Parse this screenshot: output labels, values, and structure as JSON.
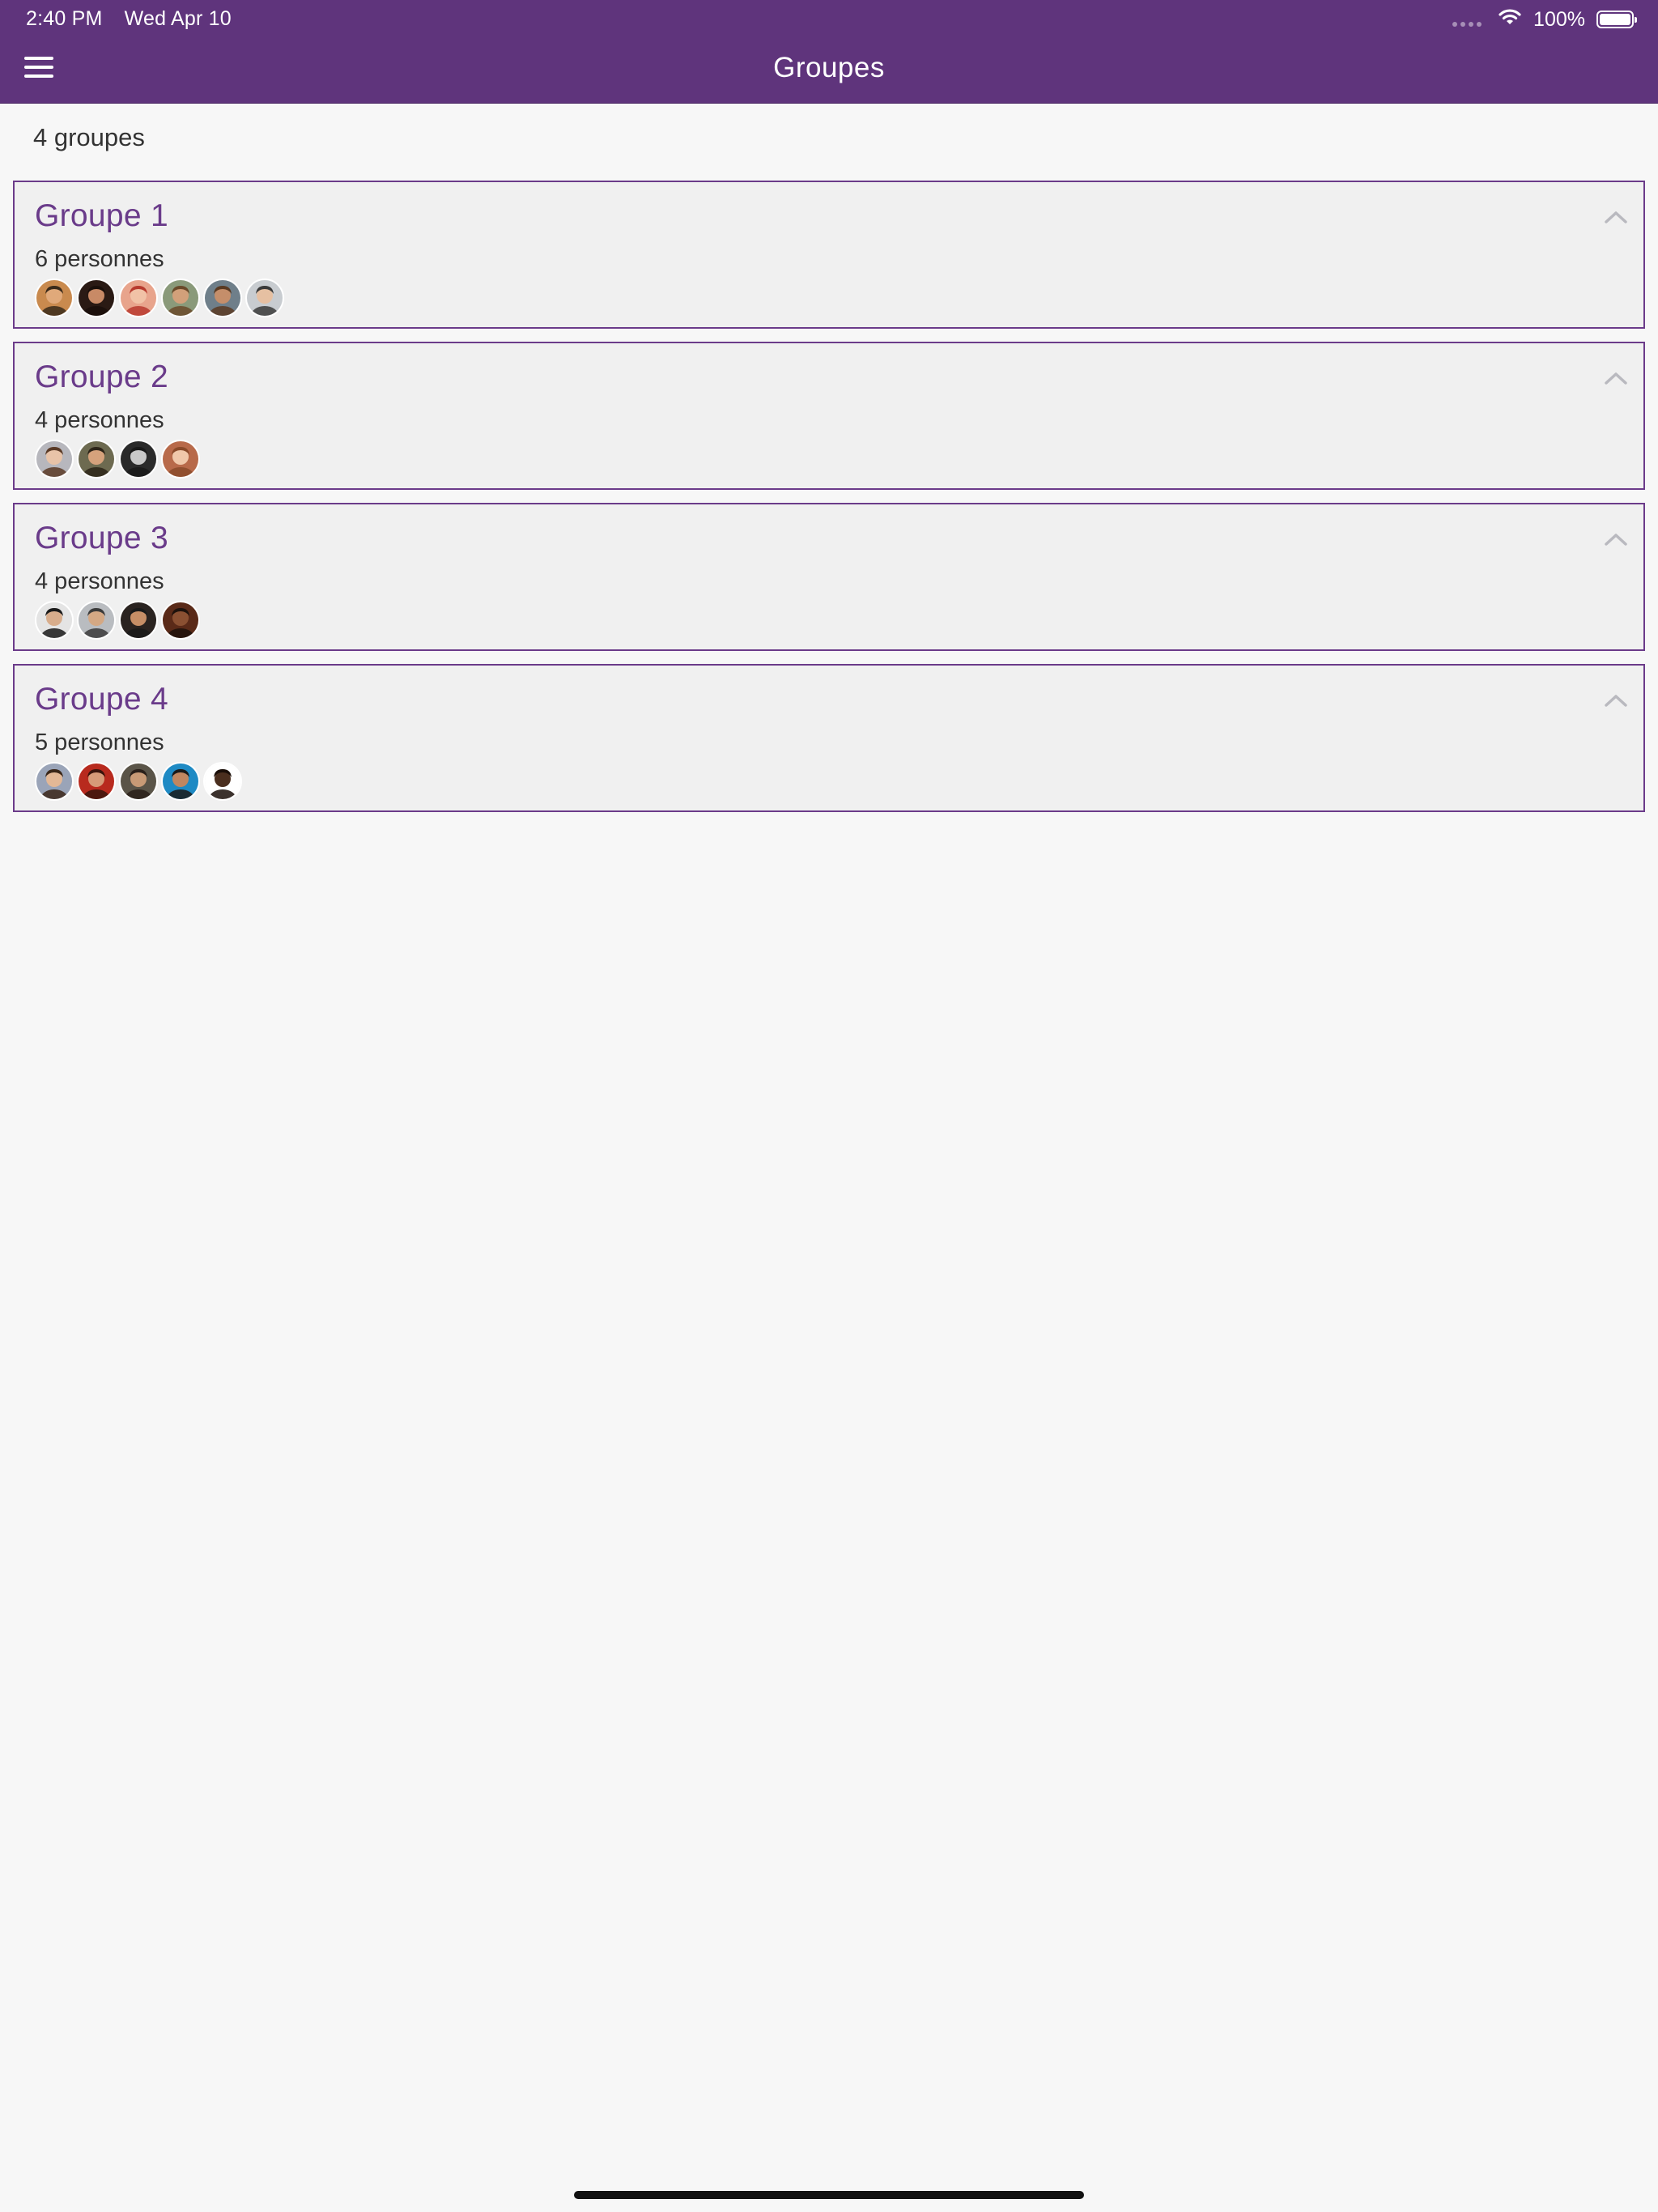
{
  "status_bar": {
    "time": "2:40 PM",
    "date": "Wed Apr 10",
    "battery": "100%",
    "battery_level": 1.0
  },
  "nav": {
    "title": "Groupes",
    "menu_icon": "hamburger-menu-icon"
  },
  "summary": "4 groupes",
  "groups": [
    {
      "title": "Groupe 1",
      "members": "6 personnes",
      "avatars": [
        {
          "bg": "#c98a4e",
          "skin": "#e0a97a",
          "hair": "#3a2a1a"
        },
        {
          "bg": "#2a1a14",
          "skin": "#c88a66",
          "hair": "#1a0f0a"
        },
        {
          "bg": "#e8a48c",
          "skin": "#f1c2a6",
          "hair": "#b83a2e"
        },
        {
          "bg": "#8a9a7a",
          "skin": "#d2a07a",
          "hair": "#6a4a2a"
        },
        {
          "bg": "#6f7f8a",
          "skin": "#c58e6a",
          "hair": "#5a3a22"
        },
        {
          "bg": "#c8ccd0",
          "skin": "#e6c0a2",
          "hair": "#3a3a3a"
        }
      ]
    },
    {
      "title": "Groupe 2",
      "members": "4 personnes",
      "avatars": [
        {
          "bg": "#b7b7bd",
          "skin": "#e8c3a8",
          "hair": "#5a3a26"
        },
        {
          "bg": "#6d6a50",
          "skin": "#d6a27c",
          "hair": "#2d2418"
        },
        {
          "bg": "#2b2b2b",
          "skin": "#c9c9c9",
          "hair": "#1a1a1a"
        },
        {
          "bg": "#b86a4a",
          "skin": "#f0c8aa",
          "hair": "#8a4a2a"
        }
      ]
    },
    {
      "title": "Groupe 3",
      "members": "4 personnes",
      "avatars": [
        {
          "bg": "#e4e4e4",
          "skin": "#d8ad8c",
          "hair": "#1a1a1a"
        },
        {
          "bg": "#b9bcc0",
          "skin": "#d4a884",
          "hair": "#3a3a3a"
        },
        {
          "bg": "#2a2320",
          "skin": "#c68e66",
          "hair": "#1a1a1a"
        },
        {
          "bg": "#5a2a18",
          "skin": "#8a5032",
          "hair": "#1e120c"
        }
      ]
    },
    {
      "title": "Groupe 4",
      "members": "5 personnes",
      "avatars": [
        {
          "bg": "#9aa4b8",
          "skin": "#e3b896",
          "hair": "#3a2618"
        },
        {
          "bg": "#b82a1e",
          "skin": "#d69a78",
          "hair": "#3a140c"
        },
        {
          "bg": "#5a5448",
          "skin": "#c89a76",
          "hair": "#2a201a"
        },
        {
          "bg": "#1e8ac4",
          "skin": "#c08660",
          "hair": "#1a1a1a"
        },
        {
          "bg": "#ffffff",
          "skin": "#4a2e1e",
          "hair": "#1a0e08"
        }
      ]
    }
  ],
  "colors": {
    "brand": "#5f347c",
    "group_title": "#6a3b8a",
    "card_border": "#6b3b8a",
    "card_bg": "#f0f0f0",
    "chevron": "#b9b9bf",
    "page_bg": "#f7f7f7"
  },
  "icons": {
    "chevron": "chevron-up-icon",
    "wifi": "wifi-icon",
    "battery": "battery-icon",
    "signal": "cellular-signal-icon"
  }
}
